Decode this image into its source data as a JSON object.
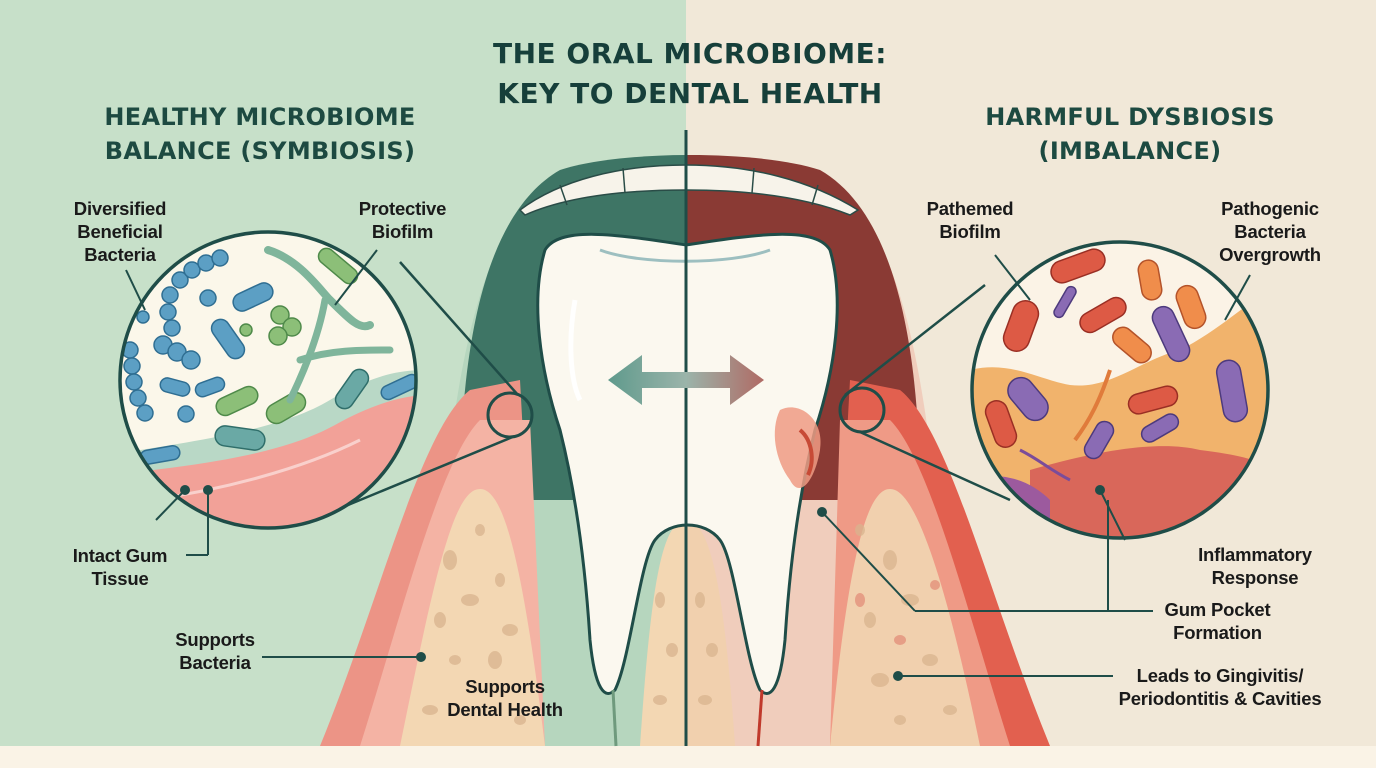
{
  "title": {
    "line1": "THE ORAL MICROBIOME:",
    "line2": "KEY TO DENTAL HEALTH"
  },
  "left_panel": {
    "heading_line1": "HEALTHY MICROBIOME",
    "heading_line2": "BALANCE (SYMBIOSIS)",
    "labels": {
      "beneficial_bacteria": [
        "Diversified",
        "Beneficial",
        "Bacteria"
      ],
      "protective_biofilm": [
        "Protective",
        "Biofilm"
      ],
      "intact_gum": [
        "Intact Gum",
        "Tissue"
      ],
      "supports_bacteria": [
        "Supports",
        "Bacteria"
      ],
      "supports_dental_health": [
        "Supports",
        "Dental Health"
      ]
    },
    "color_bg": "#c7e0c9",
    "color_accent": "#3f7a6b"
  },
  "right_panel": {
    "heading_line1": "HARMFUL DYSBIOSIS",
    "heading_line2": "(IMBALANCE)",
    "labels": {
      "pathemed_biofilm": [
        "Pathemed",
        "Biofilm"
      ],
      "pathogenic_overgrowth": [
        "Pathogenic",
        "Bacteria",
        "Overgrowth"
      ],
      "inflammatory_response": [
        "Inflammatory",
        "Response"
      ],
      "gum_pocket": [
        "Gum Pocket",
        "Formation"
      ],
      "leads_to": [
        "Leads to Gingivitis/",
        "Periodontitis & Cavities"
      ]
    },
    "color_bg": "#f1e8d8",
    "color_accent": "#8e3f3a"
  },
  "center": {
    "arrow": "bidirectional-balance-arrow"
  }
}
